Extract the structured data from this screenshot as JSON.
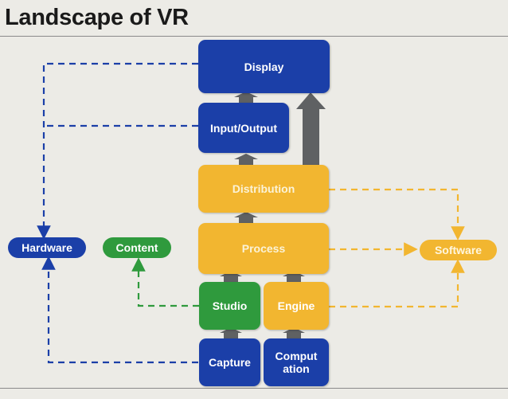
{
  "title": "Landscape of VR",
  "boxes": {
    "display": "Display",
    "input_output": "Input/Output",
    "distribution": "Distribution",
    "process": "Process",
    "studio": "Studio",
    "engine": "Engine",
    "capture": "Capture",
    "computation": "Comput\nation"
  },
  "pills": {
    "hardware": "Hardware",
    "content": "Content",
    "software": "Software"
  },
  "colors": {
    "blue": "#1b3fa8",
    "yellow": "#f2b630",
    "green": "#2f9a3d",
    "arrow_gray": "#5f6163"
  }
}
